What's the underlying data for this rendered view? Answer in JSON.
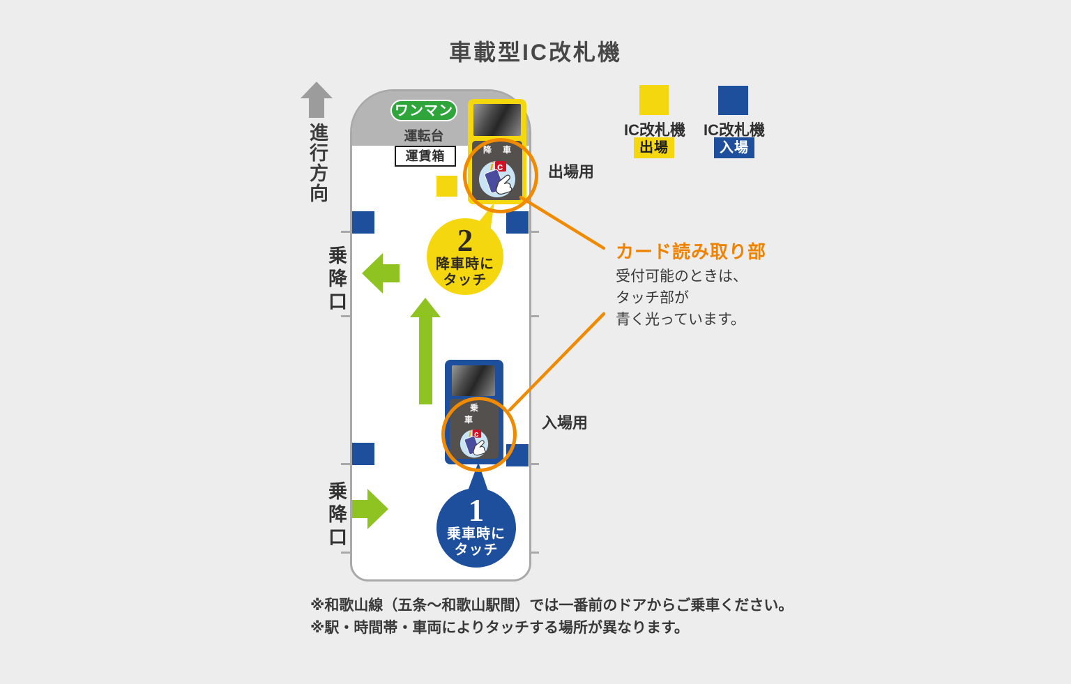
{
  "title": "車載型IC改札機",
  "direction_label": "進行方向",
  "bus": {
    "oneman_badge": "ワンマン",
    "driver_cab": "運転台",
    "fare_box": "運賃箱"
  },
  "doors": {
    "top_label": "乗降口",
    "bottom_label": "乗降口"
  },
  "ic_logo": {
    "i": "i",
    "c": "c"
  },
  "readers": {
    "exit": {
      "header": "降車",
      "use_label": "出場用"
    },
    "entry": {
      "header": "乗車",
      "use_label": "入場用"
    }
  },
  "steps": {
    "step2": {
      "number": "2",
      "line1": "降車時に",
      "line2": "タッチ"
    },
    "step1": {
      "number": "1",
      "line1": "乗車時に",
      "line2": "タッチ"
    }
  },
  "legend": {
    "exit": {
      "machine": "IC改札機",
      "badge": "出場"
    },
    "entry": {
      "machine": "IC改札機",
      "badge": "入場"
    }
  },
  "annotation": {
    "title": "カード読み取り部",
    "line1": "受付可能のときは、",
    "line2": "タッチ部が",
    "line3": "青く光っています。"
  },
  "footnotes": [
    "※和歌山線（五条～和歌山駅間）では一番前のドアからご乗車ください。",
    "※駅・時間帯・車両によりタッチする場所が異なります。"
  ],
  "colors": {
    "accent_yellow": "#f5d70f",
    "accent_blue": "#1d4f9d",
    "accent_green": "#8fc321",
    "accent_orange": "#f08a00",
    "orange_text": "#ef8200",
    "driver_gray": "#b5b5b5",
    "badge_green": "#2fa53c",
    "touch_lightblue": "#c9e4f5"
  }
}
